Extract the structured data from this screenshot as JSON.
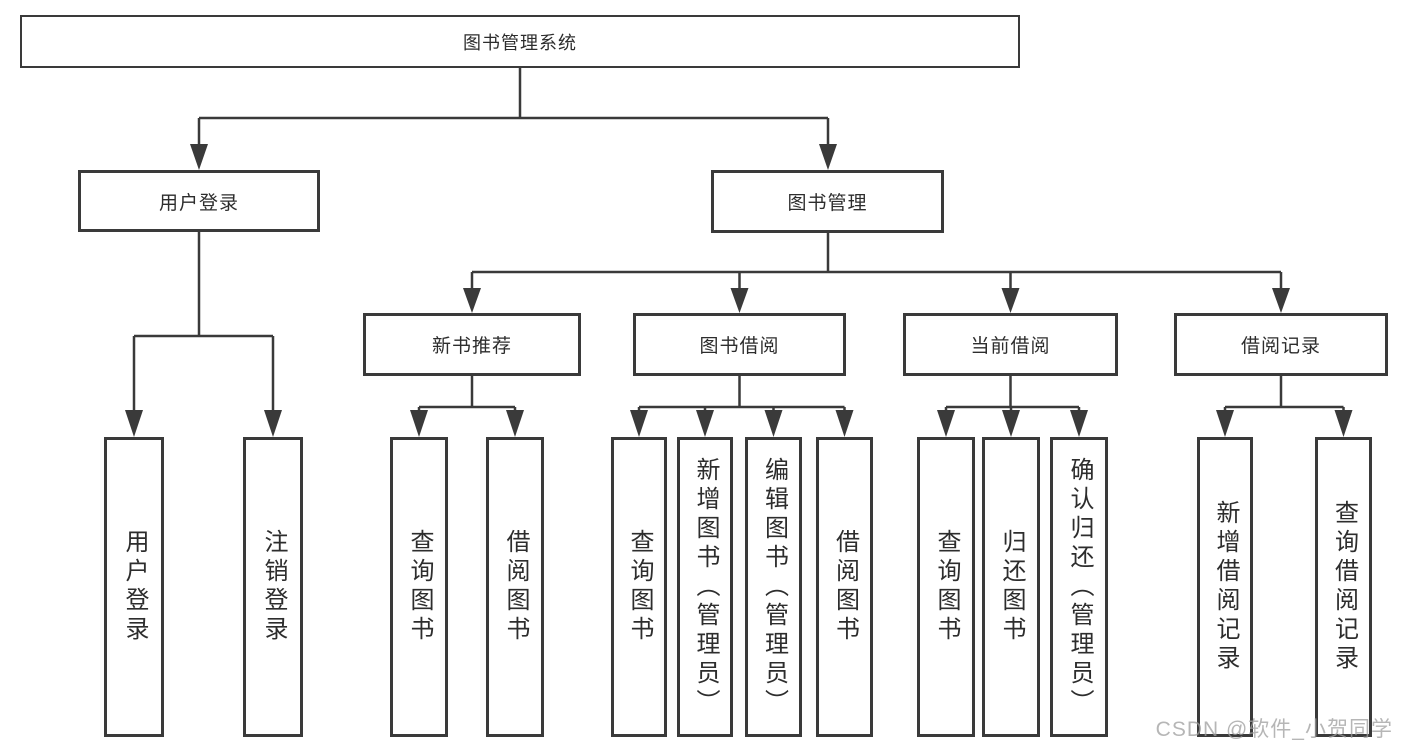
{
  "colors": {
    "line": "#3a3a3a",
    "text": "#2d2d2d",
    "background": "#ffffff",
    "watermark": "#9e9e9e"
  },
  "watermark": {
    "text": "CSDN @软件_小贺同学"
  },
  "tree": {
    "root": {
      "label": "图书管理系统"
    },
    "branches": [
      {
        "label": "用户登录",
        "children": [
          {
            "label": "用户登录"
          },
          {
            "label": "注销登录"
          }
        ]
      },
      {
        "label": "图书管理",
        "children": [
          {
            "label": "新书推荐",
            "children": [
              {
                "label": "查询图书"
              },
              {
                "label": "借阅图书"
              }
            ]
          },
          {
            "label": "图书借阅",
            "children": [
              {
                "label": "查询图书"
              },
              {
                "label": "新增图书（管理员）"
              },
              {
                "label": "编辑图书（管理员）"
              },
              {
                "label": "借阅图书"
              }
            ]
          },
          {
            "label": "当前借阅",
            "children": [
              {
                "label": "查询图书"
              },
              {
                "label": "归还图书"
              },
              {
                "label": "确认归还（管理员）"
              }
            ]
          },
          {
            "label": "借阅记录",
            "children": [
              {
                "label": "新增借阅记录"
              },
              {
                "label": "查询借阅记录"
              }
            ]
          }
        ]
      }
    ]
  }
}
